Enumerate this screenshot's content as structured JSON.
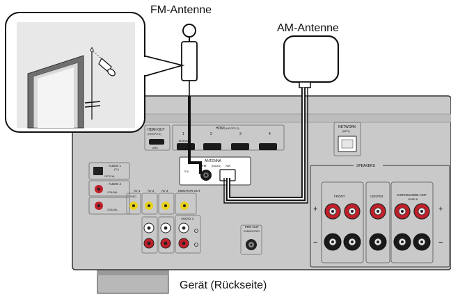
{
  "labels": {
    "fm_antenna": "FM-Antenne",
    "am_antenna": "AM-Antenne",
    "device_rear": "Gerät (Rückseite)"
  },
  "panel": {
    "hdmi_out": "HDMI OUT",
    "hdmi_out_sub": "(HDCP2.2)",
    "hdmi_out_jack": "ARC",
    "hdmi_in": "HDMI",
    "hdmi_in_sub": "(HDCP2.2)",
    "hdmi_numbers": [
      "1",
      "2",
      "3",
      "4"
    ],
    "hdmi_1_jack": "BD/DVD",
    "network": "NETWORK",
    "network_sub": "(NET)",
    "antenna": "ANTENNA",
    "antenna_fm": "FM",
    "antenna_am": "AM",
    "antenna_radio": "(RADIO)",
    "antenna_ohm": "75 Ω",
    "audio1": "AUDIO 1",
    "audio1_sub": "(TV)",
    "optical": "OPTICAL",
    "audio2": "AUDIO 2",
    "coaxial1": "COAXIAL",
    "coaxial2": "COAXIAL",
    "av1": "AV 1",
    "av2": "AV 2",
    "av3": "AV 3",
    "video": "VIDEO",
    "monitor_out": "MONITOR OUT",
    "audio3": "AUDIO 3",
    "pre_out": "PRE OUT",
    "subwoofer": "SUBWOOFER",
    "speakers": "SPEAKERS",
    "front": "FRONT",
    "center": "CENTER",
    "surround": "SURROUND/BI-AMP",
    "zone_b": "/ZONE B",
    "plus": "+",
    "minus": "−"
  },
  "colors": {
    "panel": "#c9c9c9",
    "panel_dark": "#b4b4b4",
    "jack_red": "#c0202a",
    "jack_yellow": "#e8d21a",
    "cable": "#222222"
  }
}
